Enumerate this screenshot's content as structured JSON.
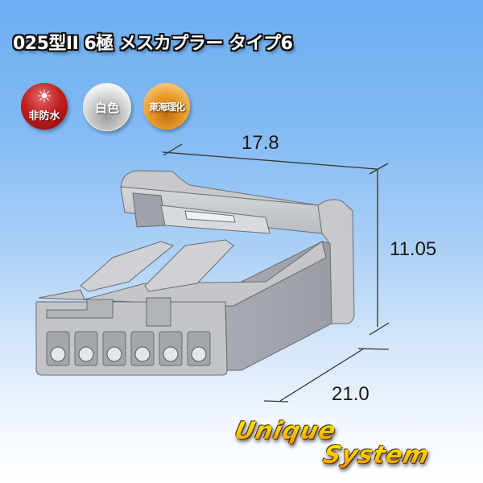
{
  "product": {
    "title": "025型II 6極 メスカプラー タイプ6"
  },
  "badges": [
    {
      "label": "非防水",
      "icon": "sun-icon",
      "color": "#c11f1f"
    },
    {
      "label": "白色",
      "icon": "",
      "color": "#e0e0e0"
    },
    {
      "label": "東海理化",
      "icon": "",
      "color": "#e89a2b"
    }
  ],
  "dimensions": {
    "width": "17.8",
    "height": "11.05",
    "depth": "21.0"
  },
  "connector": {
    "pin_count": 6,
    "color": "#b9bcc2"
  },
  "logo": {
    "line1": "Unique",
    "line2": "System"
  }
}
